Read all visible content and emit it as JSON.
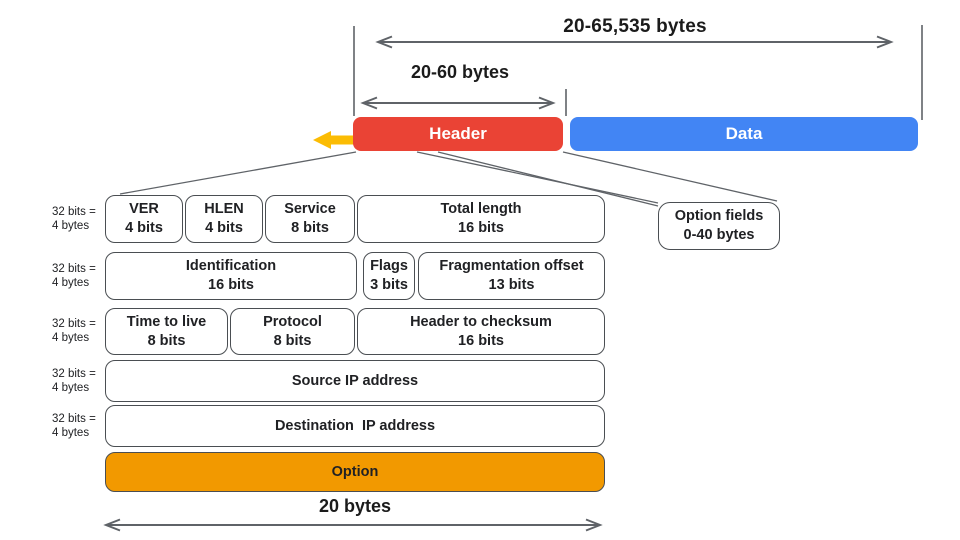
{
  "annotations": {
    "total_span": "20-65,535 bytes",
    "header_span": "20-60 bytes",
    "bottom_span": "20 bytes"
  },
  "packet": {
    "header_label": "Header",
    "data_label": "Data"
  },
  "option_fields": {
    "line1": "Option fields",
    "line2": "0-40 bytes"
  },
  "row_side_label": {
    "line1": "32 bits =",
    "line2": "4 bytes"
  },
  "table": {
    "rows": [
      {
        "cells": [
          {
            "line1": "VER",
            "line2": "4 bits"
          },
          {
            "line1": "HLEN",
            "line2": "4 bits"
          },
          {
            "line1": "Service",
            "line2": "8 bits"
          },
          {
            "line1": "Total length",
            "line2": "16 bits"
          }
        ]
      },
      {
        "cells": [
          {
            "line1": "Identification",
            "line2": "16 bits"
          },
          {
            "line1": "Flags",
            "line2": "3 bits"
          },
          {
            "line1": "Fragmentation offset",
            "line2": "13 bits"
          }
        ]
      },
      {
        "cells": [
          {
            "line1": "Time to live",
            "line2": "8 bits"
          },
          {
            "line1": "Protocol",
            "line2": "8 bits"
          },
          {
            "line1": "Header to checksum",
            "line2": "16 bits"
          }
        ]
      },
      {
        "cells": [
          {
            "line1": "Source IP address"
          }
        ]
      },
      {
        "cells": [
          {
            "line1": "Destination  IP address"
          }
        ]
      },
      {
        "cells": [
          {
            "line1": "Option"
          }
        ]
      }
    ]
  },
  "colors": {
    "header": "#EA4335",
    "data": "#4285F4",
    "option": "#F29900",
    "arrow": "#FBBC04",
    "line": "#5F6368",
    "border": "#4A4E52",
    "text": "#202124"
  }
}
